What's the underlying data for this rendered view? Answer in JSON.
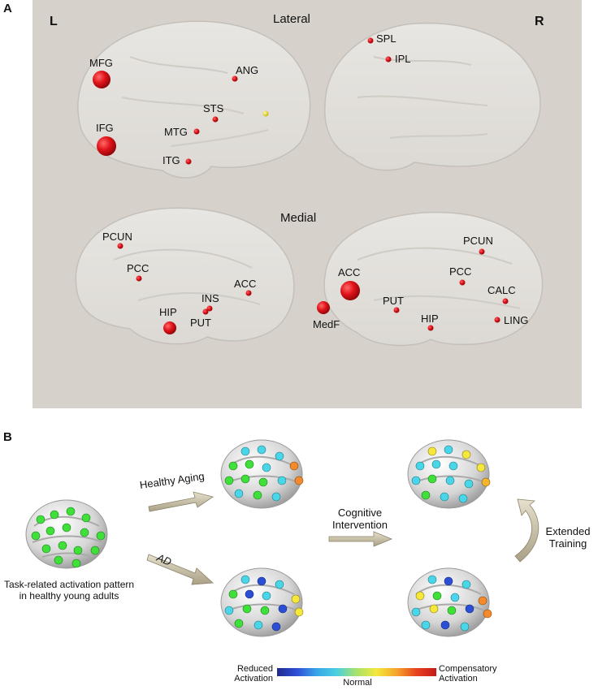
{
  "panel_a": {
    "letter": "A",
    "left_label": "L",
    "right_label": "R",
    "lateral_title": "Lateral",
    "medial_title": "Medial",
    "regions": {
      "mfg": "MFG",
      "ifg": "IFG",
      "ang": "ANG",
      "sts": "STS",
      "mtg": "MTG",
      "itg": "ITG",
      "spl": "SPL",
      "ipl": "IPL",
      "pcun_l": "PCUN",
      "pcc_l": "PCC",
      "ins": "INS",
      "acc_l": "ACC",
      "hip_l": "HIP",
      "put_l": "PUT",
      "acc_r": "ACC",
      "medf": "MedF",
      "put_r": "PUT",
      "pcun_r": "PCUN",
      "pcc_r": "PCC",
      "calc": "CALC",
      "hip_r": "HIP",
      "ling": "LING"
    },
    "colors": {
      "node": "#e0141a",
      "highlight": "#f2e21a",
      "background": "#d6d2cb"
    }
  },
  "panel_b": {
    "letter": "B",
    "young_caption_line1": "Task-related activation pattern",
    "young_caption_line2": "in healthy young adults",
    "healthy_aging": "Healthy Aging",
    "ad": "AD",
    "intervention_line1": "Cognitive",
    "intervention_line2": "Intervention",
    "extended_line1": "Extended",
    "extended_line2": "Training",
    "legend_left_line1": "Reduced",
    "legend_left_line2": "Activation",
    "legend_right_line1": "Compensatory",
    "legend_right_line2": "Activation",
    "legend_mid": "Normal"
  }
}
